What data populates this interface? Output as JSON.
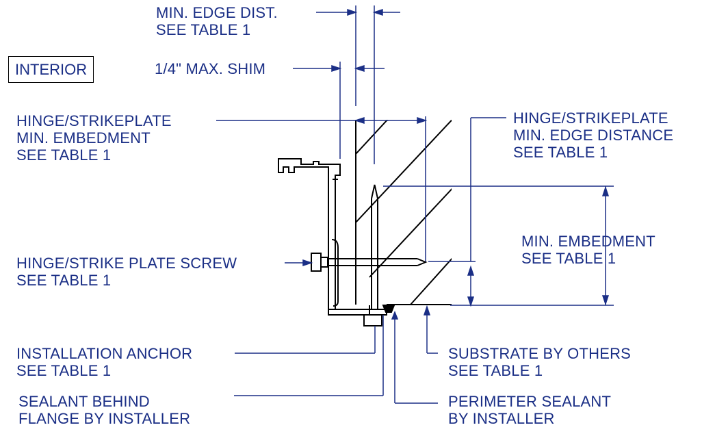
{
  "labels": {
    "interior": "INTERIOR",
    "min_edge_dist": [
      "MIN. EDGE DIST.",
      "SEE TABLE 1"
    ],
    "max_shim": "1/4\"  MAX. SHIM",
    "hinge_embedment": [
      "HINGE/STRIKEPLATE",
      "MIN. EMBEDMENT",
      "SEE TABLE 1"
    ],
    "hinge_edge_distance": [
      "HINGE/STRIKEPLATE",
      "MIN. EDGE DISTANCE",
      "SEE TABLE 1"
    ],
    "min_embedment": [
      "MIN. EMBEDMENT",
      "SEE TABLE 1"
    ],
    "screw": [
      "HINGE/STRIKE PLATE SCREW",
      "SEE TABLE 1"
    ],
    "anchor": [
      "INSTALLATION ANCHOR",
      "SEE TABLE 1"
    ],
    "substrate": [
      "SUBSTRATE BY OTHERS",
      "SEE TABLE 1"
    ],
    "sealant_flange": [
      "SEALANT BEHIND",
      "FLANGE BY INSTALLER"
    ],
    "perimeter_sealant": [
      "PERIMETER SEALANT",
      "BY INSTALLER"
    ]
  },
  "colors": {
    "annotation": "#1b2f86",
    "outline": "#000000"
  }
}
